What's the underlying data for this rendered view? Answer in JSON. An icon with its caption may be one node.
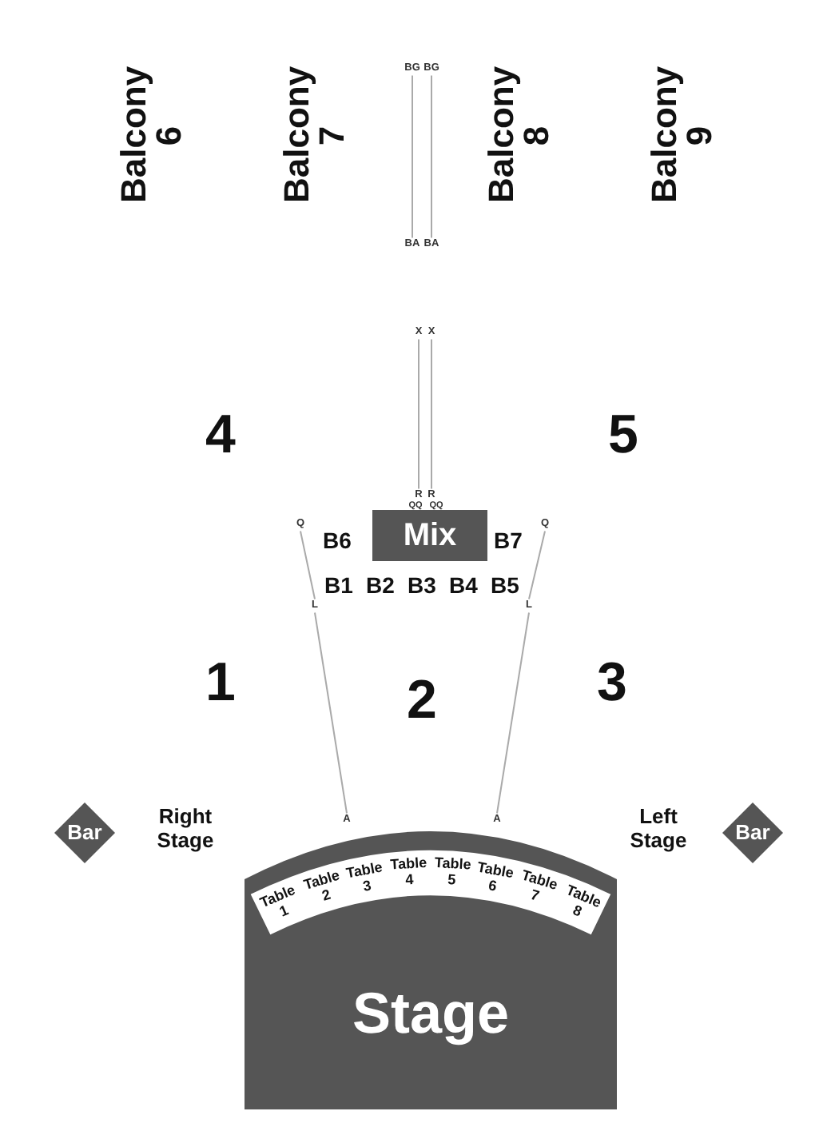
{
  "diagram": {
    "nodes": [
      {
        "text": [
          "BG"
        ]
      },
      {
        "text": [
          "BG"
        ]
      },
      {
        "text": [
          "BA"
        ]
      },
      {
        "text": [
          "BA"
        ]
      },
      {
        "text": [
          "X"
        ]
      },
      {
        "text": [
          "X"
        ]
      },
      {
        "text": [
          "R"
        ]
      },
      {
        "text": [
          "R"
        ]
      },
      {
        "text": [
          "Q"
        ]
      },
      {
        "text": [
          "L"
        ]
      },
      {
        "text": [
          "A"
        ]
      },
      {
        "text": [
          "Q"
        ]
      },
      {
        "text": [
          "L"
        ]
      },
      {
        "text": [
          "A"
        ]
      },
      {
        "text": [
          "Mix"
        ]
      },
      {
        "text": [
          "Bar"
        ]
      },
      {
        "text": [
          "Bar"
        ]
      },
      {
        "text": [
          "Stage"
        ]
      }
    ],
    "edges": [
      {
        "from": 0,
        "to": 2,
        "arrow": "none"
      },
      {
        "from": 1,
        "to": 3,
        "arrow": "none"
      },
      {
        "from": 4,
        "to": 6,
        "arrow": "none"
      },
      {
        "from": 5,
        "to": 7,
        "arrow": "none"
      },
      {
        "from": 8,
        "to": 9,
        "arrow": "none"
      },
      {
        "from": 9,
        "to": 10,
        "arrow": "none"
      },
      {
        "from": 11,
        "to": 12,
        "arrow": "none"
      },
      {
        "from": 12,
        "to": 13,
        "arrow": "none"
      }
    ],
    "labels": [
      "Balcony 6",
      "Balcony 7",
      "Balcony 8",
      "Balcony 9",
      "4",
      "5",
      "QQ",
      "QQ",
      "B6",
      "B7",
      "B1",
      "B2",
      "B3",
      "B4",
      "B5",
      "1",
      "2",
      "3",
      "Right Stage",
      "Left Stage",
      "Table 1",
      "Table 2",
      "Table 3",
      "Table 4",
      "Table 5",
      "Table 6",
      "Table 7",
      "Table 8"
    ]
  }
}
